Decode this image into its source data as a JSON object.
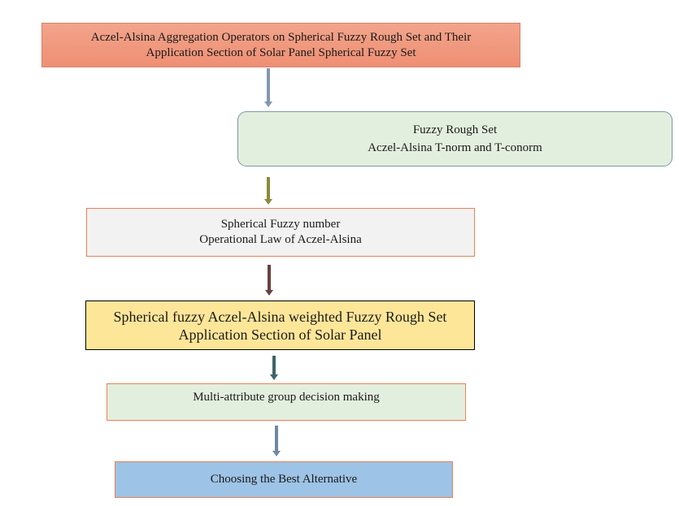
{
  "nodes": {
    "top": {
      "line1": "Aczel-Alsina Aggregation Operators on Spherical Fuzzy Rough Set and Their",
      "line2": "Application Section of Solar Panel Spherical Fuzzy Set"
    },
    "fuzzy_rough": {
      "line1": "Fuzzy Rough Set",
      "line2": "Aczel-Alsina T-norm and T-conorm"
    },
    "spherical_number": {
      "line1": "Spherical Fuzzy number",
      "line2": "Operational Law of Aczel-Alsina"
    },
    "weighted": {
      "line1": "Spherical fuzzy Aczel-Alsina weighted Fuzzy Rough Set",
      "line2": "Application Section of Solar Panel"
    },
    "madm": {
      "line1": "Multi-attribute group decision making"
    },
    "best": {
      "line1": "Choosing the Best Alternative"
    }
  },
  "arrow_colors": [
    "#8497b0",
    "#8a8a3a",
    "#6b4040",
    "#3f6464",
    "#6f8aa0"
  ]
}
